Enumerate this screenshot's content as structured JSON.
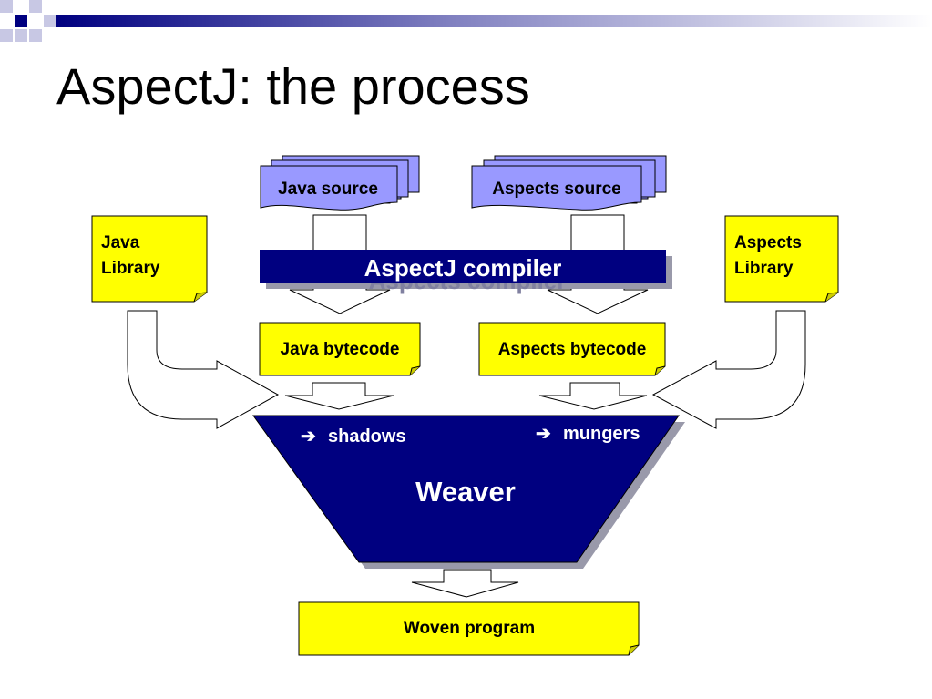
{
  "title": "AspectJ: the process",
  "nodes": {
    "java_source": "Java source",
    "aspects_source": "Aspects source",
    "java_library": [
      "Java",
      "Library"
    ],
    "aspects_library": [
      "Aspects",
      "Library"
    ],
    "compiler": "AspectJ compiler",
    "compiler_reflection": "Aspects compiler",
    "java_bytecode": "Java bytecode",
    "aspects_bytecode": "Aspects bytecode",
    "weaver": "Weaver",
    "shadows": "shadows",
    "mungers": "mungers",
    "woven_program": "Woven program"
  },
  "colors": {
    "navy": "#000080",
    "document_yellow": "#ffff00",
    "source_blue": "#9999ff",
    "shadow_gray": "#9999aa",
    "text": "#000000",
    "arrow_fill": "#ffffff"
  },
  "icons": {
    "bullet_arrow": "➔"
  }
}
